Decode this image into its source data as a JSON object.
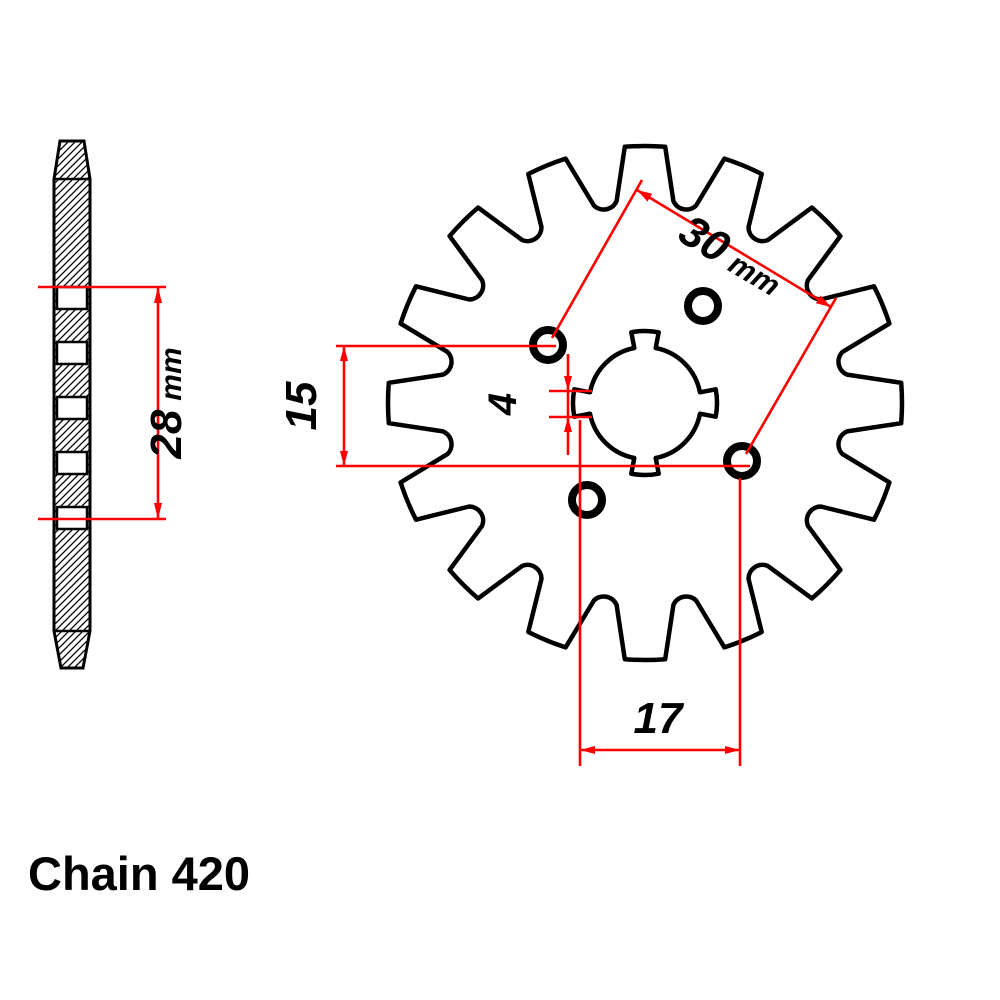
{
  "caption": "Chain 420",
  "colors": {
    "ink": "#000000",
    "dimension": "#ff0000",
    "background": "#ffffff"
  },
  "dimensions": {
    "dim_28": {
      "value": "28",
      "unit": "mm"
    },
    "dim_30": {
      "value": "30",
      "unit": "mm"
    },
    "dim_15": {
      "value": "15"
    },
    "dim_4": {
      "value": "4"
    },
    "dim_17": {
      "value": "17"
    }
  }
}
